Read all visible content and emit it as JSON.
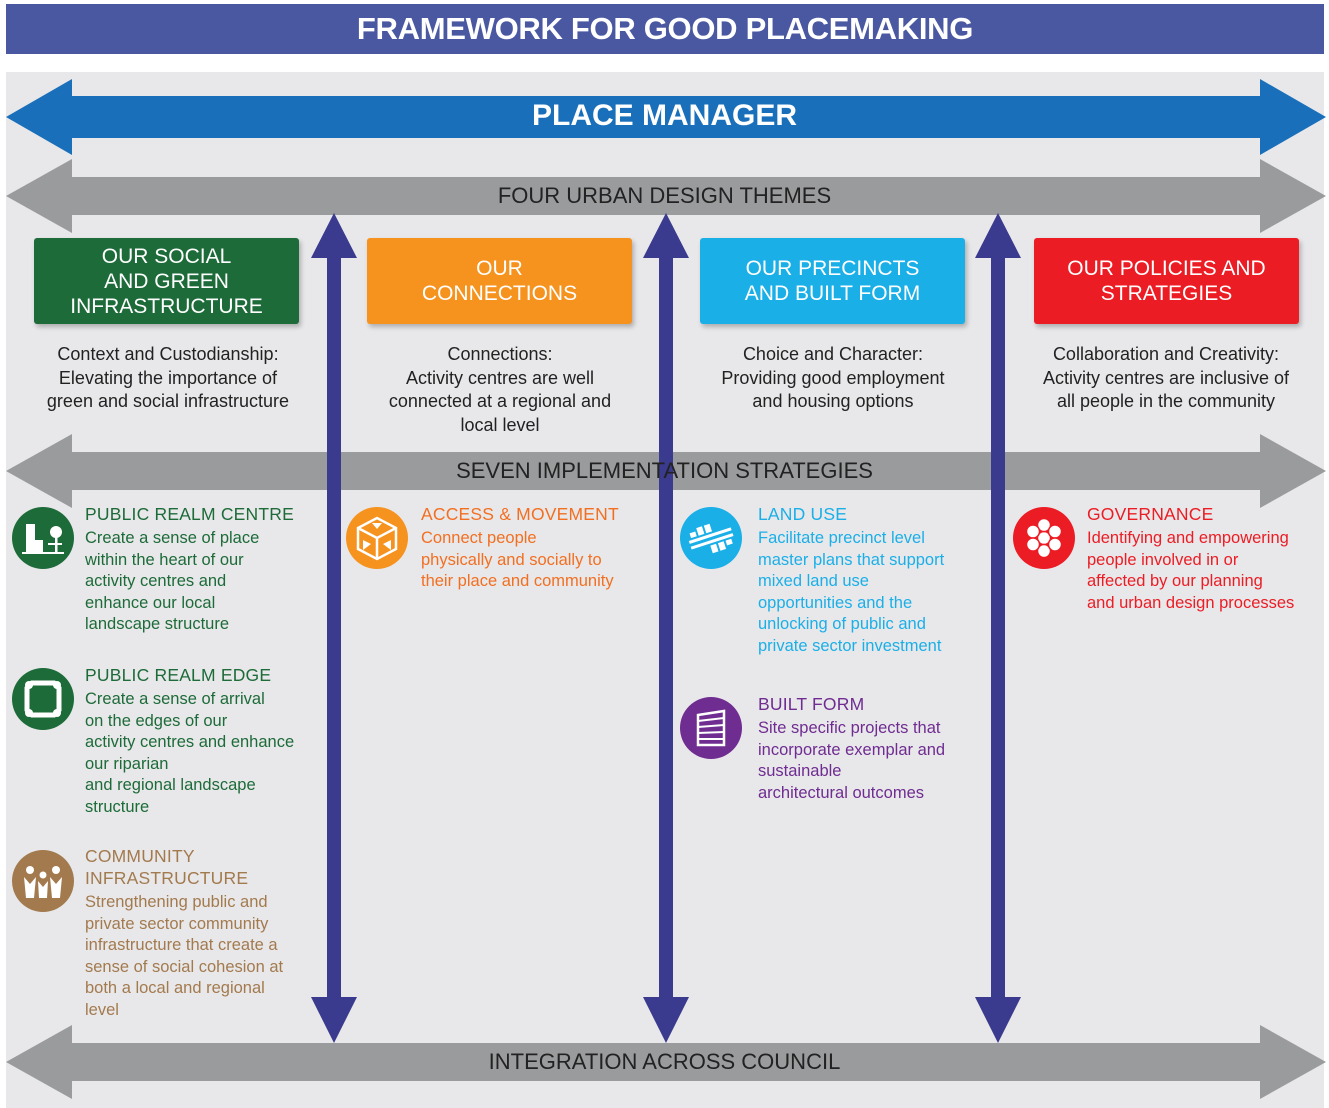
{
  "title": "FRAMEWORK FOR GOOD PLACEMAKING",
  "arrows": {
    "place_manager": "PLACE MANAGER",
    "themes": "FOUR URBAN DESIGN THEMES",
    "strategies": "SEVEN IMPLEMENTATION STRATEGIES",
    "integration": "INTEGRATION ACROSS COUNCIL"
  },
  "colors": {
    "title_bar": "#4a58a2",
    "place_manager": "#1a6fba",
    "gray_arrow": "#9a9b9d",
    "vertical_arrow": "#3a3a8e",
    "green": "#1d6b39",
    "orange": "#f6921e",
    "cyan": "#1bafe8",
    "red": "#ec1c24",
    "purple": "#6f2c91",
    "brown": "#a37a4e"
  },
  "themes": [
    {
      "lines": [
        "OUR SOCIAL",
        "AND GREEN",
        "INFRASTRUCTURE"
      ],
      "desc": [
        "Context and Custodianship:",
        "Elevating the importance of",
        "green and social infrastructure"
      ]
    },
    {
      "lines": [
        "OUR",
        "CONNECTIONS"
      ],
      "desc": [
        "Connections:",
        "Activity centres are well",
        "connected at a regional and",
        "local level"
      ]
    },
    {
      "lines": [
        "OUR PRECINCTS",
        "AND BUILT FORM"
      ],
      "desc": [
        "Choice and Character:",
        "Providing good employment",
        "and  housing options"
      ]
    },
    {
      "lines": [
        "OUR POLICIES AND",
        "STRATEGIES"
      ],
      "desc": [
        "Collaboration and Creativity:",
        "Activity centres are inclusive of",
        "all people in the community"
      ]
    }
  ],
  "strategies": [
    {
      "icon": "park-buildings-icon",
      "title": [
        "PUBLIC REALM CENTRE"
      ],
      "text": [
        "Create a sense of place",
        "within the heart of our",
        "activity centres and",
        "enhance our local",
        "landscape structure"
      ]
    },
    {
      "icon": "square-frame-icon",
      "title": [
        "PUBLIC REALM EDGE"
      ],
      "text": [
        "Create a sense of arrival",
        "on the edges of our",
        "activity centres and enhance",
        "our riparian",
        "and regional landscape",
        "structure"
      ]
    },
    {
      "icon": "people-group-icon",
      "title": [
        "COMMUNITY",
        "INFRASTRUCTURE"
      ],
      "text": [
        "Strengthening public and",
        "private sector community",
        "infrastructure that create a",
        "sense of social cohesion at",
        "both a local and regional",
        "level"
      ]
    },
    {
      "icon": "movement-cube-icon",
      "title": [
        "ACCESS & MOVEMENT"
      ],
      "text": [
        "Connect people",
        "physically and socially to",
        "their place and community"
      ]
    },
    {
      "icon": "land-use-grid-icon",
      "title": [
        "LAND USE"
      ],
      "text": [
        "Facilitate precinct level",
        "master plans that support",
        "mixed land use",
        "opportunities and the",
        "unlocking of public and",
        "private sector investment"
      ]
    },
    {
      "icon": "building-icon",
      "title": [
        "BUILT FORM"
      ],
      "text": [
        "Site specific projects that",
        "incorporate exemplar and",
        "sustainable",
        "architectural outcomes"
      ]
    },
    {
      "icon": "hexagon-network-icon",
      "title": [
        "GOVERNANCE"
      ],
      "text": [
        "Identifying and empowering",
        "people involved in or",
        "affected by our planning",
        "and urban design processes"
      ]
    }
  ]
}
